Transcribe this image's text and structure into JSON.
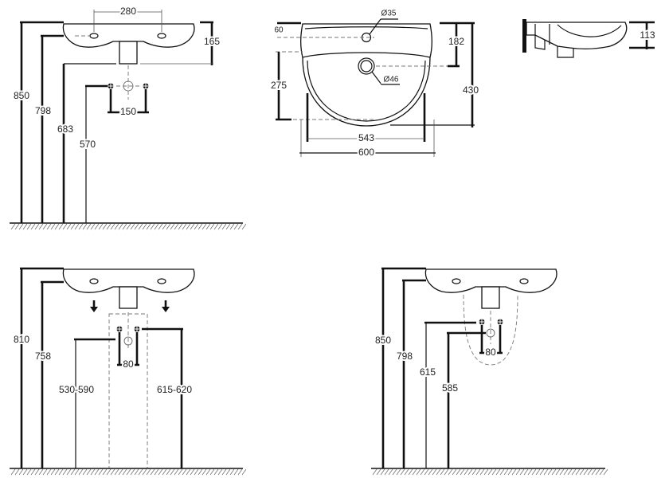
{
  "front_view_wall_mount": {
    "dim_tap_holes": "280",
    "dim_basin_height": "165",
    "dim_total_height": "850",
    "dim_basin_underside": "798",
    "dim_trap_bottom": "683",
    "dim_supply_height": "570",
    "dim_supply_spacing": "150"
  },
  "top_view": {
    "dim_tap_hole_offset": "60",
    "dim_tap_hole_diameter": "Ø35",
    "dim_waste_diameter": "Ø46",
    "dim_bowl_depth": "275",
    "dim_waste_offset": "182",
    "dim_total_depth": "430",
    "dim_bowl_width": "543",
    "dim_total_width": "600"
  },
  "side_view": {
    "dim_height": "113"
  },
  "front_view_half_pedestal": {
    "dim_total_height": "810",
    "dim_basin_underside": "758",
    "dim_left_supply": "530-590",
    "dim_right_supply": "615-620",
    "dim_supply_spacing": "80"
  },
  "front_view_wall_pedestal": {
    "dim_total_height": "850",
    "dim_basin_underside": "798",
    "dim_supply_height": "615",
    "dim_waste_height": "585",
    "dim_supply_spacing": "80"
  }
}
